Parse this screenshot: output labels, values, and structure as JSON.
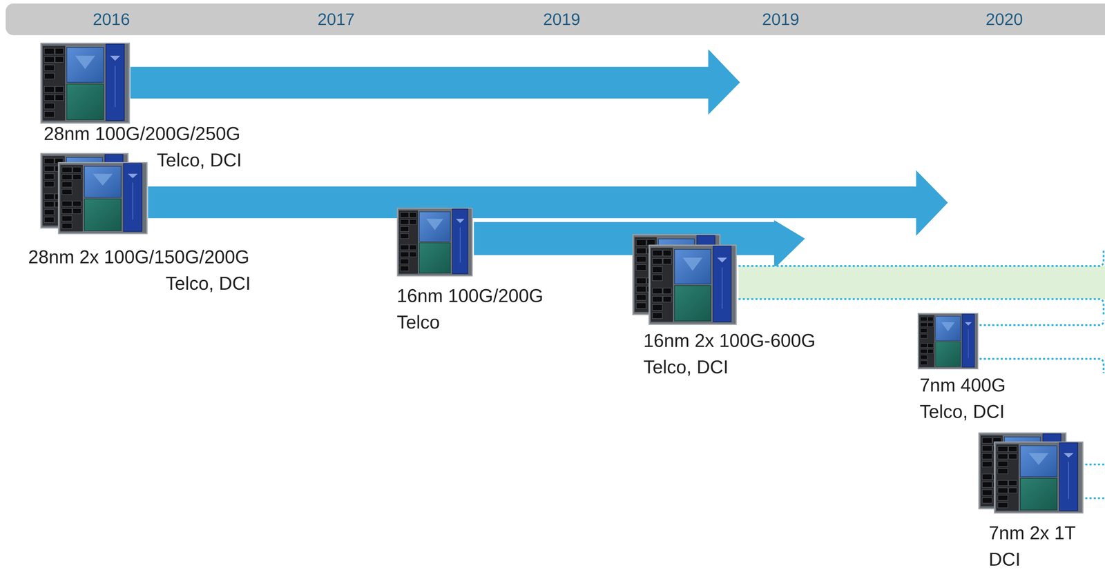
{
  "diagram": {
    "nodes": [
      {
        "text": [
          "28nm 100G/200G/250G",
          "Telco, DCI"
        ]
      },
      {
        "text": [
          "28nm 2x 100G/150G/200G",
          "Telco, DCI"
        ]
      },
      {
        "text": [
          "16nm 100G/200G",
          "Telco"
        ]
      },
      {
        "text": [
          "16nm 2x 100G-600G",
          "Telco, DCI"
        ]
      },
      {
        "text": [
          "7nm 400G",
          "Telco, DCI"
        ]
      },
      {
        "text": [
          "7nm 2x 1T",
          "DCI"
        ]
      }
    ],
    "labels": [
      "2016",
      "2017",
      "2019",
      "2019",
      "2020"
    ]
  }
}
